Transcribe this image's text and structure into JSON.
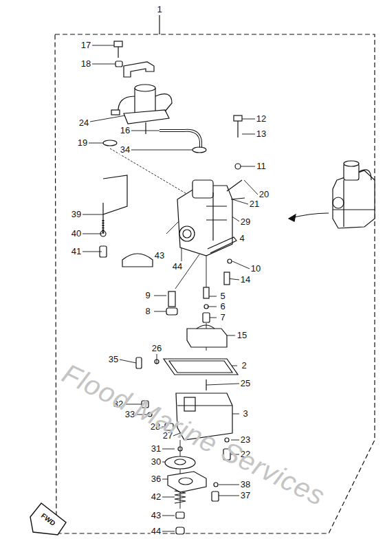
{
  "diagram": {
    "labels": [
      "1",
      "17",
      "18",
      "24",
      "19",
      "16",
      "34",
      "12",
      "13",
      "11",
      "20",
      "21",
      "29",
      "39",
      "40",
      "41",
      "43",
      "44",
      "4",
      "10",
      "14",
      "9",
      "5",
      "6",
      "7",
      "8",
      "15",
      "26",
      "2",
      "35",
      "25",
      "32",
      "33",
      "28",
      "27",
      "3",
      "23",
      "31",
      "22",
      "30",
      "36",
      "38",
      "42",
      "37",
      "43",
      "44",
      "FWD",
      "Flood Marine Services"
    ]
  }
}
